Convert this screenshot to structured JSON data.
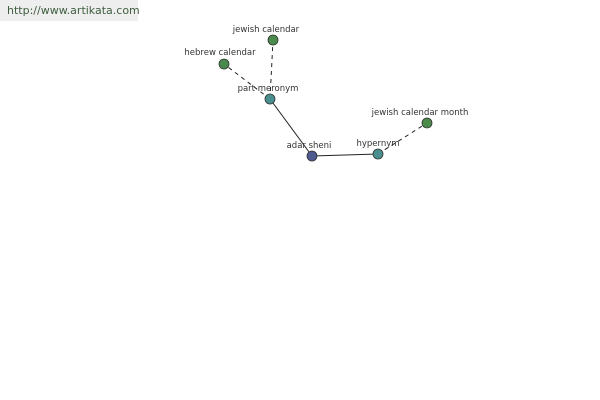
{
  "header": {
    "url": "http://www.artikata.com"
  },
  "colors": {
    "center_node": "#4f5a8f",
    "relation_node": "#4a8f8f",
    "leaf_node": "#4a8a4a",
    "edge": "#222222"
  },
  "graph": {
    "nodes": {
      "center": {
        "label": "adar sheni",
        "kind": "center"
      },
      "part_meronym": {
        "label": "part meronym",
        "kind": "relation"
      },
      "hypernym": {
        "label": "hypernym",
        "kind": "relation"
      },
      "jewish_calendar": {
        "label": "jewish calendar",
        "kind": "leaf"
      },
      "hebrew_calendar": {
        "label": "hebrew calendar",
        "kind": "leaf"
      },
      "jewish_calendar_month": {
        "label": "jewish calendar month",
        "kind": "leaf"
      }
    },
    "edges": [
      {
        "from": "center",
        "to": "part_meronym",
        "style": "solid"
      },
      {
        "from": "center",
        "to": "hypernym",
        "style": "solid"
      },
      {
        "from": "part_meronym",
        "to": "jewish_calendar",
        "style": "dashed"
      },
      {
        "from": "part_meronym",
        "to": "hebrew_calendar",
        "style": "dashed"
      },
      {
        "from": "hypernym",
        "to": "jewish_calendar_month",
        "style": "dashed"
      }
    ]
  }
}
